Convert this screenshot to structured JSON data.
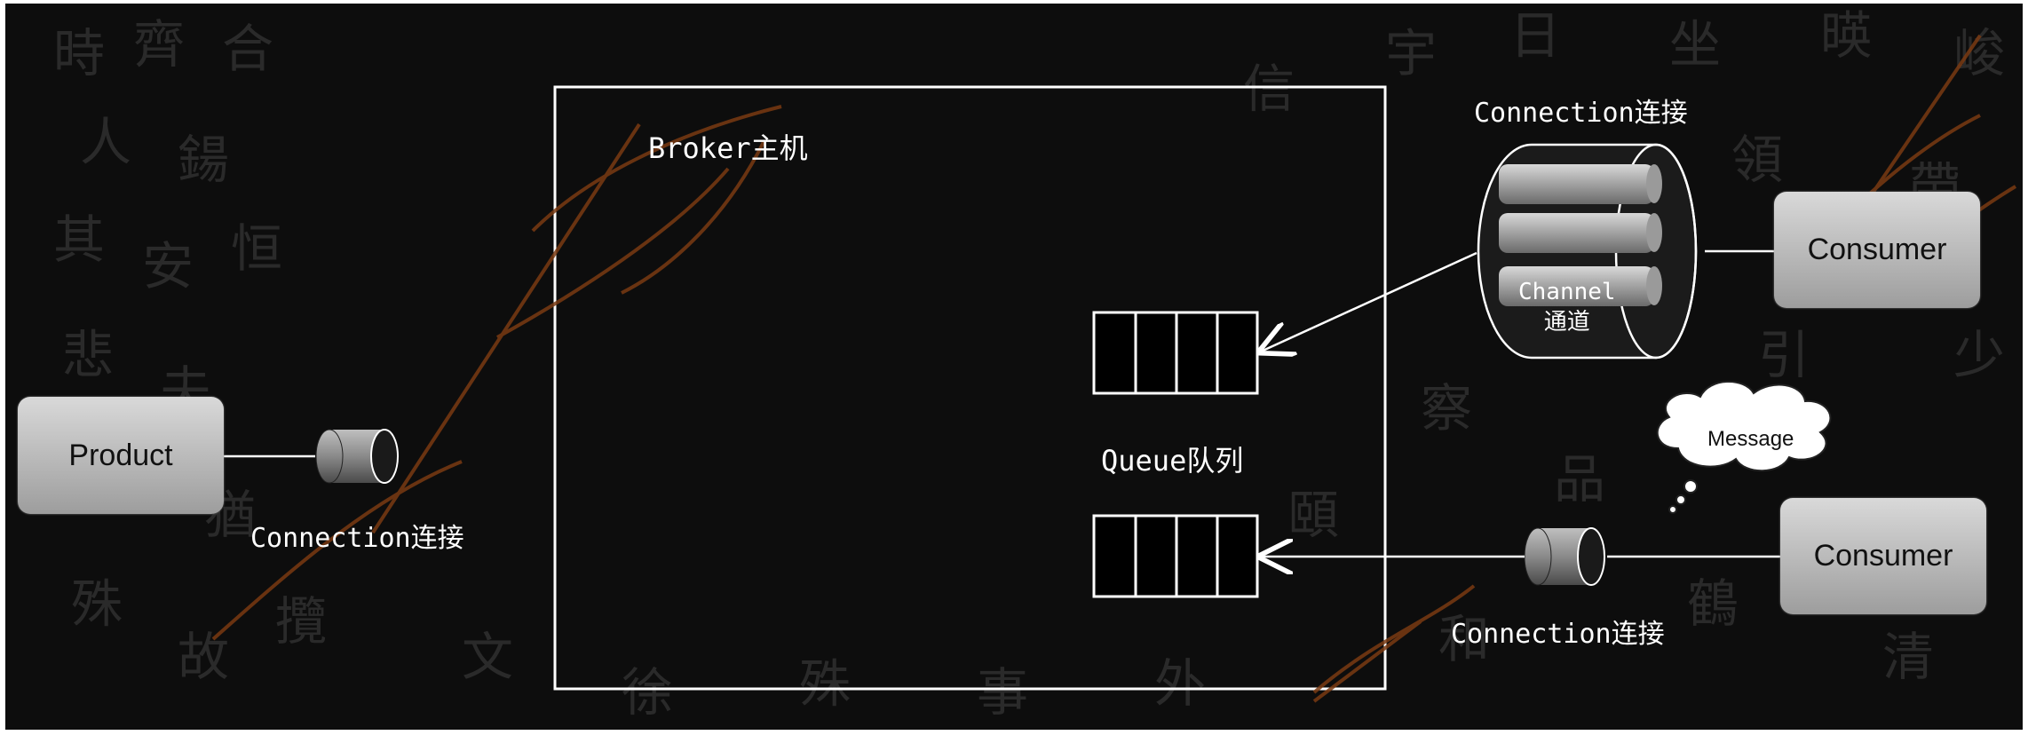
{
  "broker": {
    "label": "Broker主机"
  },
  "queue": {
    "label": "Queue队列"
  },
  "producer": {
    "label": "Product",
    "connection_label": "Connection连接"
  },
  "consumer_top": {
    "label": "Consumer",
    "connection_label": "Connection连接",
    "channel_label_line1": "Channel",
    "channel_label_line2": "通道"
  },
  "consumer_bottom": {
    "label": "Consumer",
    "connection_label": "Connection连接",
    "message_label": "Message"
  },
  "colors": {
    "background": "#0d0d0d",
    "line": "#ffffff",
    "node_fill_top": "#d9d9d9",
    "node_fill_bottom": "#9d9d9d",
    "watermark": "#7a3a12"
  }
}
